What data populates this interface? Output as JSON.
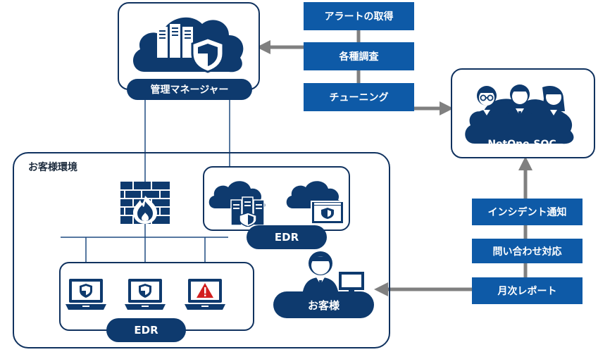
{
  "manager": {
    "label": "管理マネージャー"
  },
  "customer_env": {
    "label": "お客様環境"
  },
  "edr_top": {
    "label": "EDR"
  },
  "edr_bottom": {
    "label": "EDR"
  },
  "customer": {
    "label": "お客様"
  },
  "soc": {
    "label": "NetOne-SOC"
  },
  "soc_actions": [
    "アラートの取得",
    "各種調査",
    "チューニング"
  ],
  "soc_services": [
    "インシデント通知",
    "問い合わせ対応",
    "月次レポート"
  ],
  "colors": {
    "dark_navy": "#0e3a6e",
    "box_blue": "#0e5aa7",
    "arrow_gray": "#808080",
    "frame": "#10325f",
    "alert_red": "#d21e1e"
  }
}
